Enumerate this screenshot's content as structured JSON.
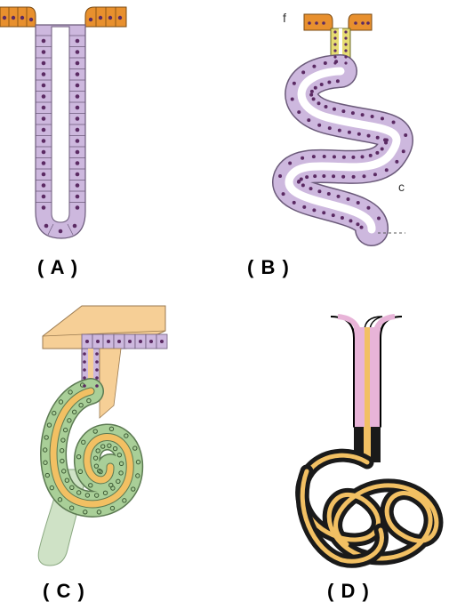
{
  "figure": {
    "panels": [
      {
        "id": "A",
        "label": "( A )"
      },
      {
        "id": "B",
        "label": "( B )",
        "side_letters": [
          "f",
          "c"
        ]
      },
      {
        "id": "C",
        "label": "( C )"
      },
      {
        "id": "D",
        "label": "( D )"
      }
    ]
  },
  "colors": {
    "surface_epithelium": "#e8902e",
    "gland_cells": "#cdb8de",
    "nuclei": "#5b2a63",
    "duct_yellow": "#e6dc72",
    "cap_peach": "#f6cf96",
    "coil_green": "#a9cf98",
    "tail_green": "#cfe2c6",
    "duct_pink": "#e8b4d8",
    "coil_black": "#1a1a1a",
    "coil_yellow": "#f2c063"
  }
}
